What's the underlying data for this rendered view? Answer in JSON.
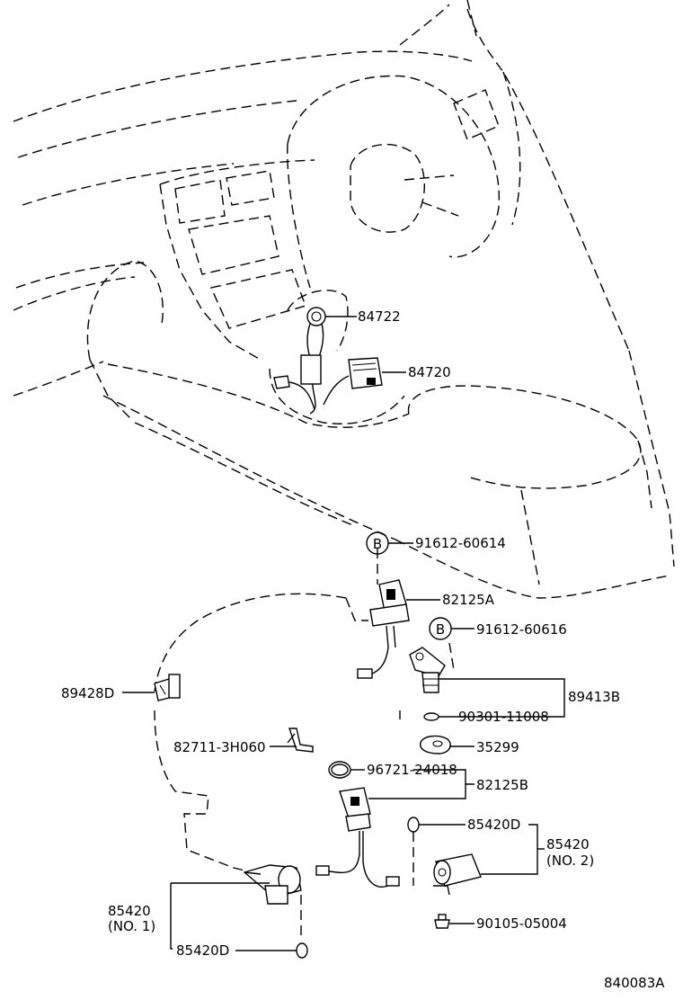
{
  "labels": {
    "p84722": "84722",
    "p84720": "84720",
    "p91612_60614": "91612-60614",
    "p82125A": "82125A",
    "p91612_60616": "91612-60616",
    "p89428D": "89428D",
    "p89413B": "89413B",
    "p90301_11008": "90301-11008",
    "p35299": "35299",
    "p82711_3H060": "82711-3H060",
    "p96721_24018": "96721-24018",
    "p82125B": "82125B",
    "p85420D_right": "85420D",
    "p85420_no2_a": "85420",
    "p85420_no2_b": "(NO. 2)",
    "p85420_no1_a": "85420",
    "p85420_no1_b": "(NO. 1)",
    "p85420D_left": "85420D",
    "p90105_05004": "90105-05004",
    "drawing_number": "840083A"
  },
  "callouts": {
    "bolt_b_upper": "B",
    "bolt_b_lower": "B"
  }
}
